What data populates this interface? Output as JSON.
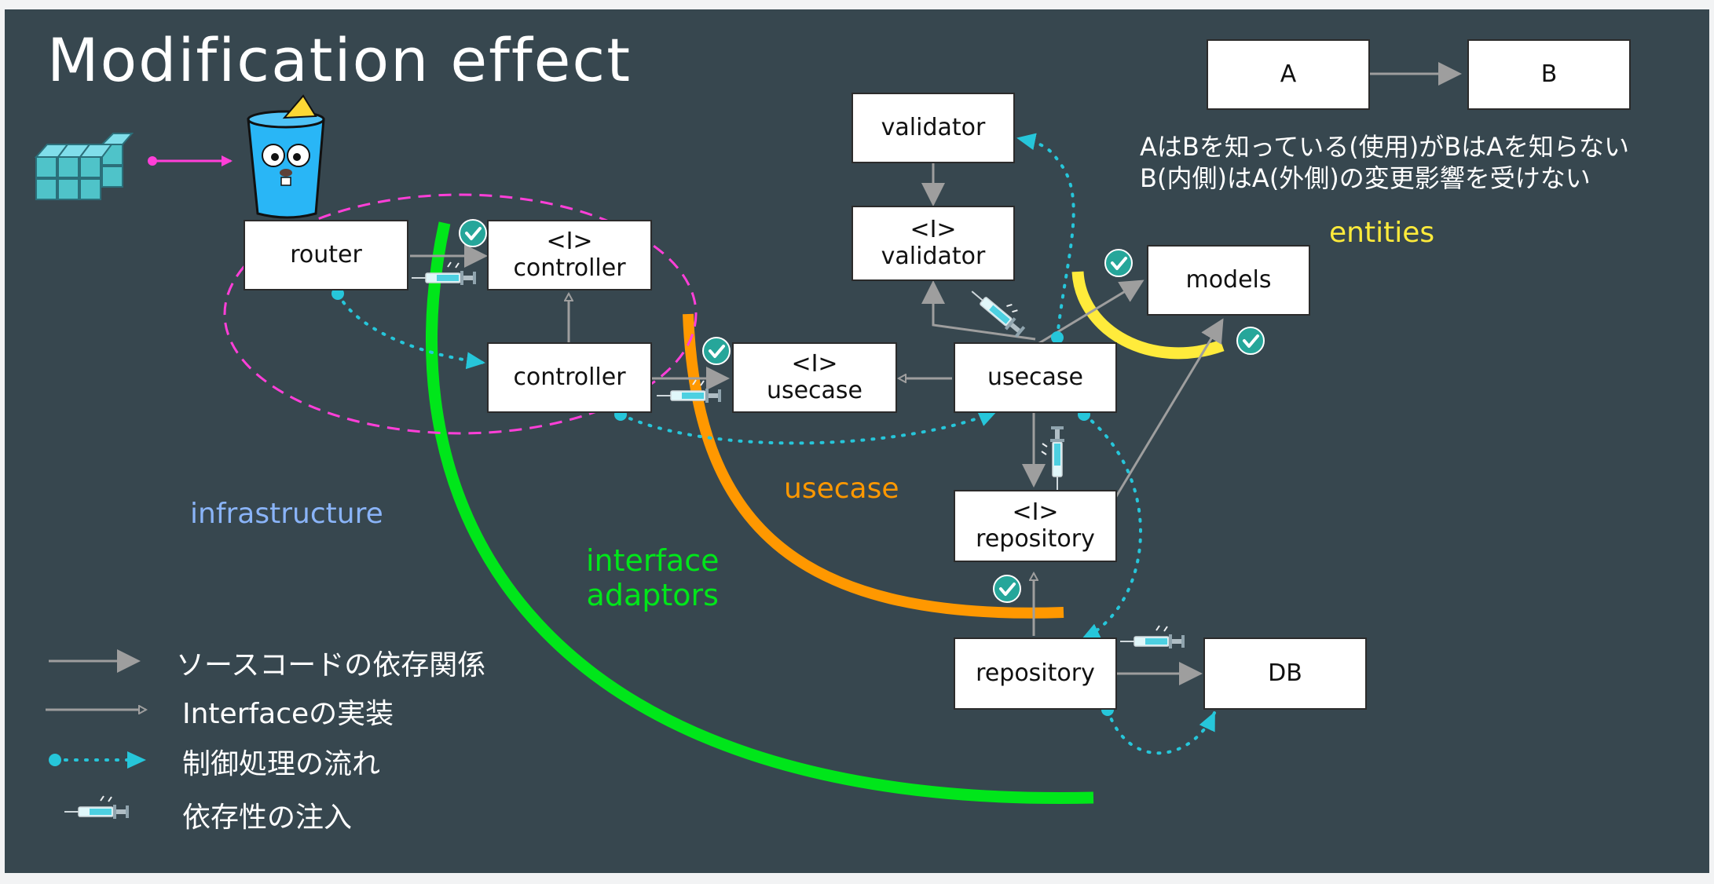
{
  "title": "Modification effect",
  "boxes": {
    "router": "router",
    "i_marker": "<I>",
    "i_controller": "controller",
    "controller": "controller",
    "i_usecase": "usecase",
    "usecase": "usecase",
    "validator": "validator",
    "i_validator": "validator",
    "models": "models",
    "i_repository": "repository",
    "repository": "repository",
    "db": "DB",
    "a": "A",
    "b": "B"
  },
  "notes": {
    "line1": "AはBを知っている(使用)がBはAを知らない",
    "line2": "B(内側)はA(外側)の変更影響を受けない"
  },
  "layers": {
    "entities": "entities",
    "usecase": "usecase",
    "interface_adaptors_line1": "interface",
    "interface_adaptors_line2": "adaptors",
    "infrastructure": "infrastructure"
  },
  "legend": {
    "dependency": "ソースコードの依存関係",
    "implementation": "Interfaceの実装",
    "control_flow": "制御処理の流れ",
    "injection": "依存性の注入"
  },
  "colors": {
    "background": "#37474f",
    "arrow": "#9e9e9e",
    "control_flow": "#26c6da",
    "interface_adaptors": "#00e61a",
    "usecase_layer": "#ff9800",
    "entities_layer": "#ffeb3b",
    "infrastructure_label": "#8ab4f8",
    "magenta": "#ff3fd8",
    "check": "#26a69a"
  }
}
